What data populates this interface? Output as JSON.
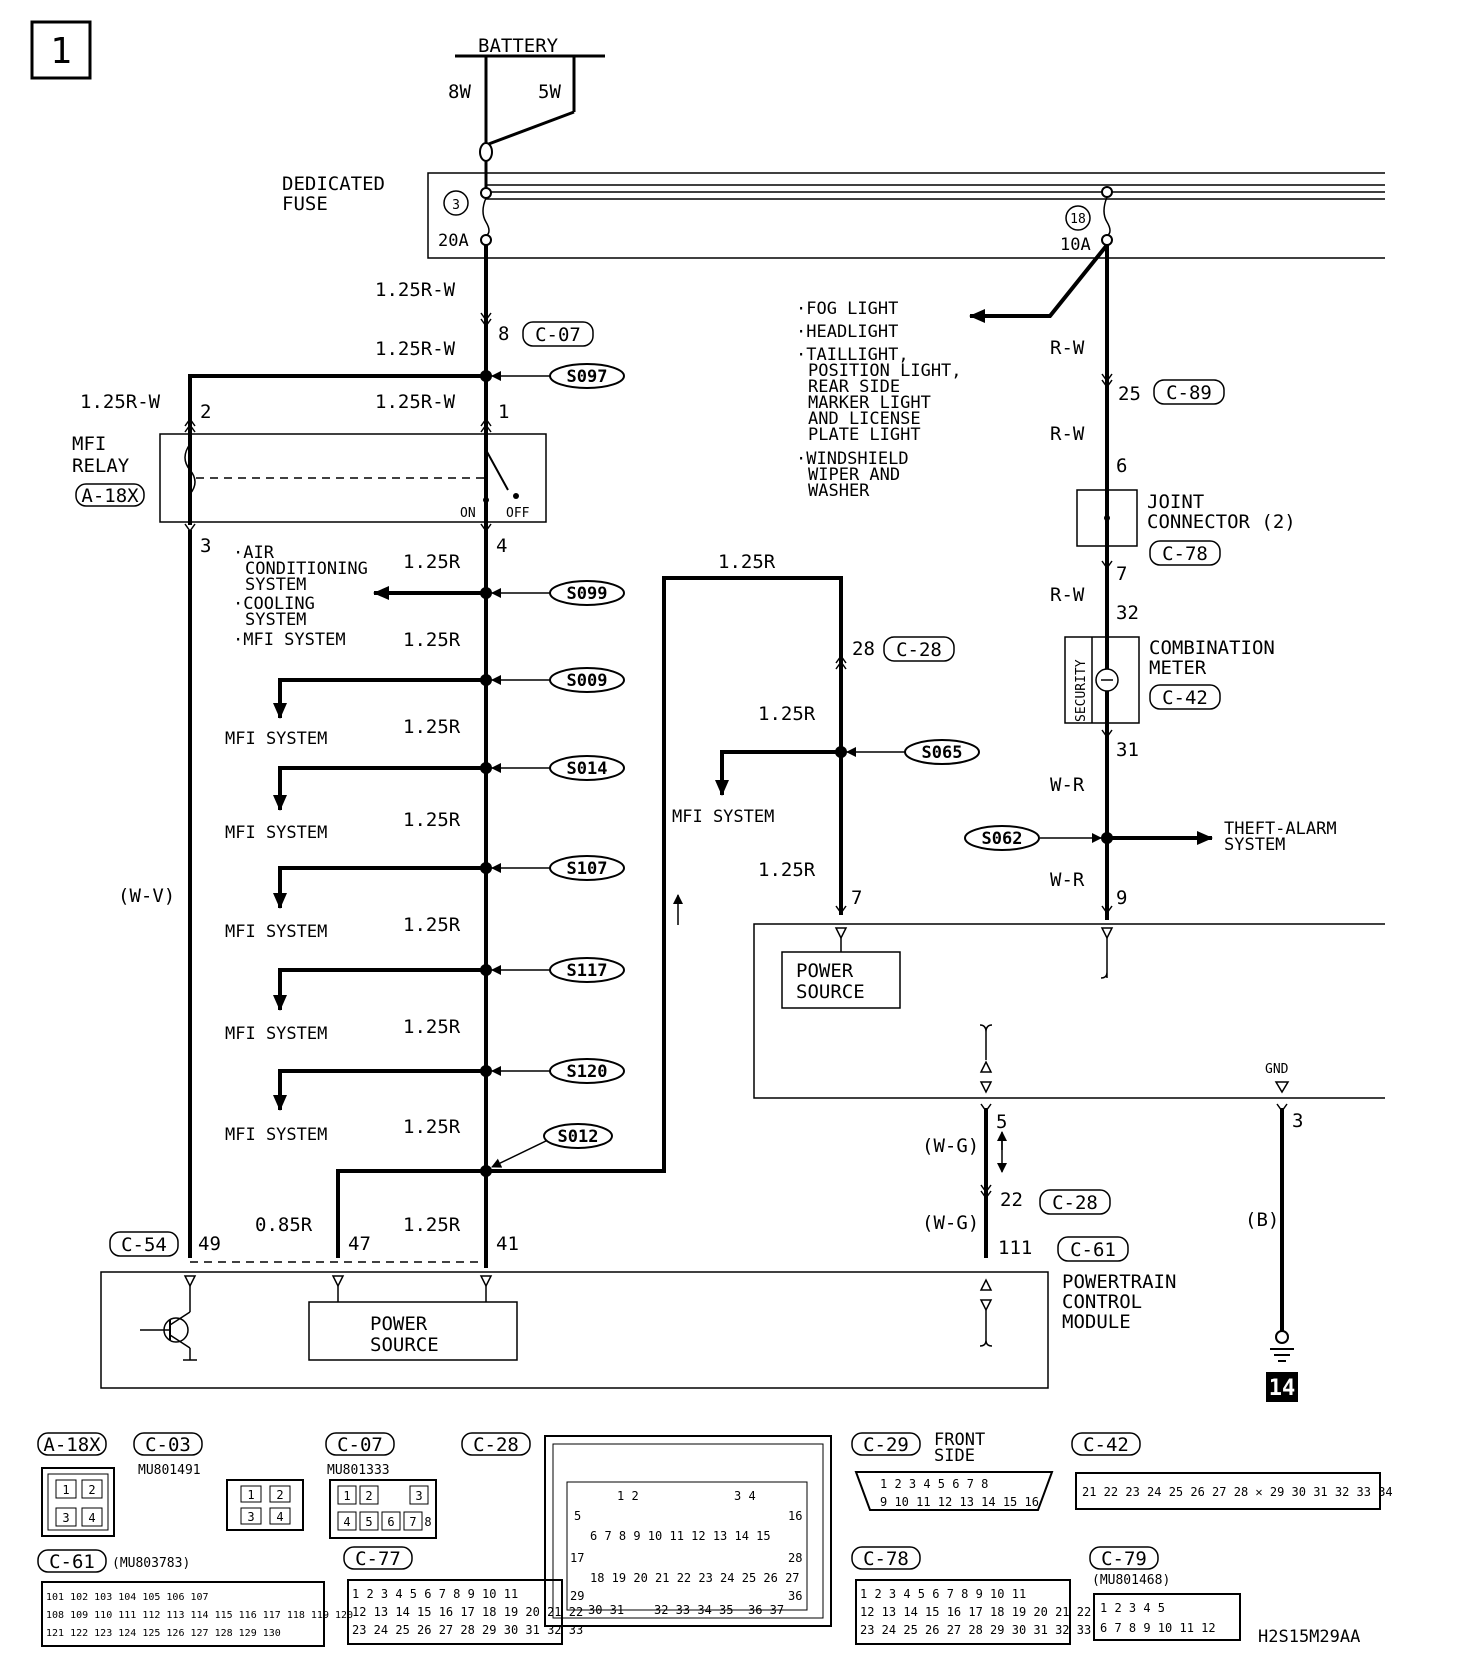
{
  "page_number": "1",
  "battery": {
    "label": "BATTERY",
    "wire_left": "8W",
    "wire_right": "5W"
  },
  "dedicated_fuse": {
    "label_line1": "DEDICATED",
    "label_line2": "FUSE",
    "fuse_a_num": "3",
    "fuse_a_rating": "20A",
    "fuse_b_num": "18",
    "fuse_b_rating": "10A"
  },
  "wires": {
    "w1": "1.25R-W",
    "w2": "1.25R-W",
    "w3": "1.25R-W",
    "w4": "1.25R-W",
    "rw1": "R-W",
    "rw2": "R-W",
    "rw3": "R-W",
    "wr1": "W-R",
    "wr2": "W-R",
    "r1": "1.25R",
    "r2": "1.25R",
    "r3": "1.25R",
    "r4": "1.25R",
    "r5": "1.25R",
    "r6": "1.25R",
    "r7": "1.25R",
    "r8": "1.25R",
    "r_top": "1.25R",
    "r_mid": "1.25R",
    "r_low": "1.25R",
    "r085": "0.85R",
    "wv": "(W-V)",
    "wg1": "(W-G)",
    "wg2": "(W-G)",
    "b": "(B)"
  },
  "connectors": {
    "c07": "C-07",
    "c89": "C-89",
    "c78": "C-78",
    "c42": "C-42",
    "c28": "C-28",
    "c28b": "C-28",
    "c54": "C-54",
    "c61": "C-61",
    "a18x": "A-18X"
  },
  "pins": {
    "p8": "8",
    "p2": "2",
    "p1": "1",
    "p3": "3",
    "p4": "4",
    "p25": "25",
    "p6": "6",
    "p7a": "7",
    "p32": "32",
    "p31": "31",
    "p9": "9",
    "p28": "28",
    "p7b": "7",
    "p5": "5",
    "p22": "22",
    "p111": "111",
    "p49": "49",
    "p47": "47",
    "p41": "41",
    "p3g": "3"
  },
  "splices": {
    "s097": "S097",
    "s099": "S099",
    "s009": "S009",
    "s014": "S014",
    "s107": "S107",
    "s117": "S117",
    "s120": "S120",
    "s012": "S012",
    "s065": "S065",
    "s062": "S062"
  },
  "mfi_relay": {
    "line1": "MFI",
    "line2": "RELAY",
    "on": "ON",
    "off": "OFF"
  },
  "ac_list": [
    "·AIR",
    "CONDITIONING",
    "SYSTEM",
    "·COOLING",
    "SYSTEM",
    "·MFI SYSTEM"
  ],
  "mfi_system": "MFI SYSTEM",
  "light_list": [
    "·FOG LIGHT",
    "·HEADLIGHT",
    "·TAILLIGHT,",
    "POSITION LIGHT,",
    "REAR SIDE",
    "MARKER LIGHT",
    "AND LICENSE",
    "PLATE LIGHT",
    "·WINDSHIELD",
    "WIPER AND",
    "WASHER"
  ],
  "joint_connector": {
    "line1": "JOINT",
    "line2": "CONNECTOR (2)"
  },
  "combination_meter": {
    "line1": "COMBINATION",
    "line2": "METER",
    "security": "SECURITY"
  },
  "theft_alarm": {
    "line1": "THEFT-ALARM",
    "line2": "SYSTEM"
  },
  "power_source": {
    "line1": "POWER",
    "line2": "SOURCE"
  },
  "gnd": "GND",
  "pcm": {
    "line1": "POWERTRAIN",
    "line2": "CONTROL",
    "line3": "MODULE"
  },
  "ground_ref": "14",
  "connector_views": {
    "a18x": "A-18X",
    "c03": "C-03",
    "c03_part": "MU801491",
    "c07": "C-07",
    "c07_part": "MU801333",
    "c28": "C-28",
    "c29": "C-29",
    "c29_note1": "FRONT",
    "c29_note2": "SIDE",
    "c42": "C-42",
    "c61": "C-61",
    "c61_part": "(MU803783)",
    "c77": "C-77",
    "c78": "C-78",
    "c79": "C-79",
    "c79_part": "(MU801468)"
  },
  "drawing_code": "H2S15M29AA"
}
